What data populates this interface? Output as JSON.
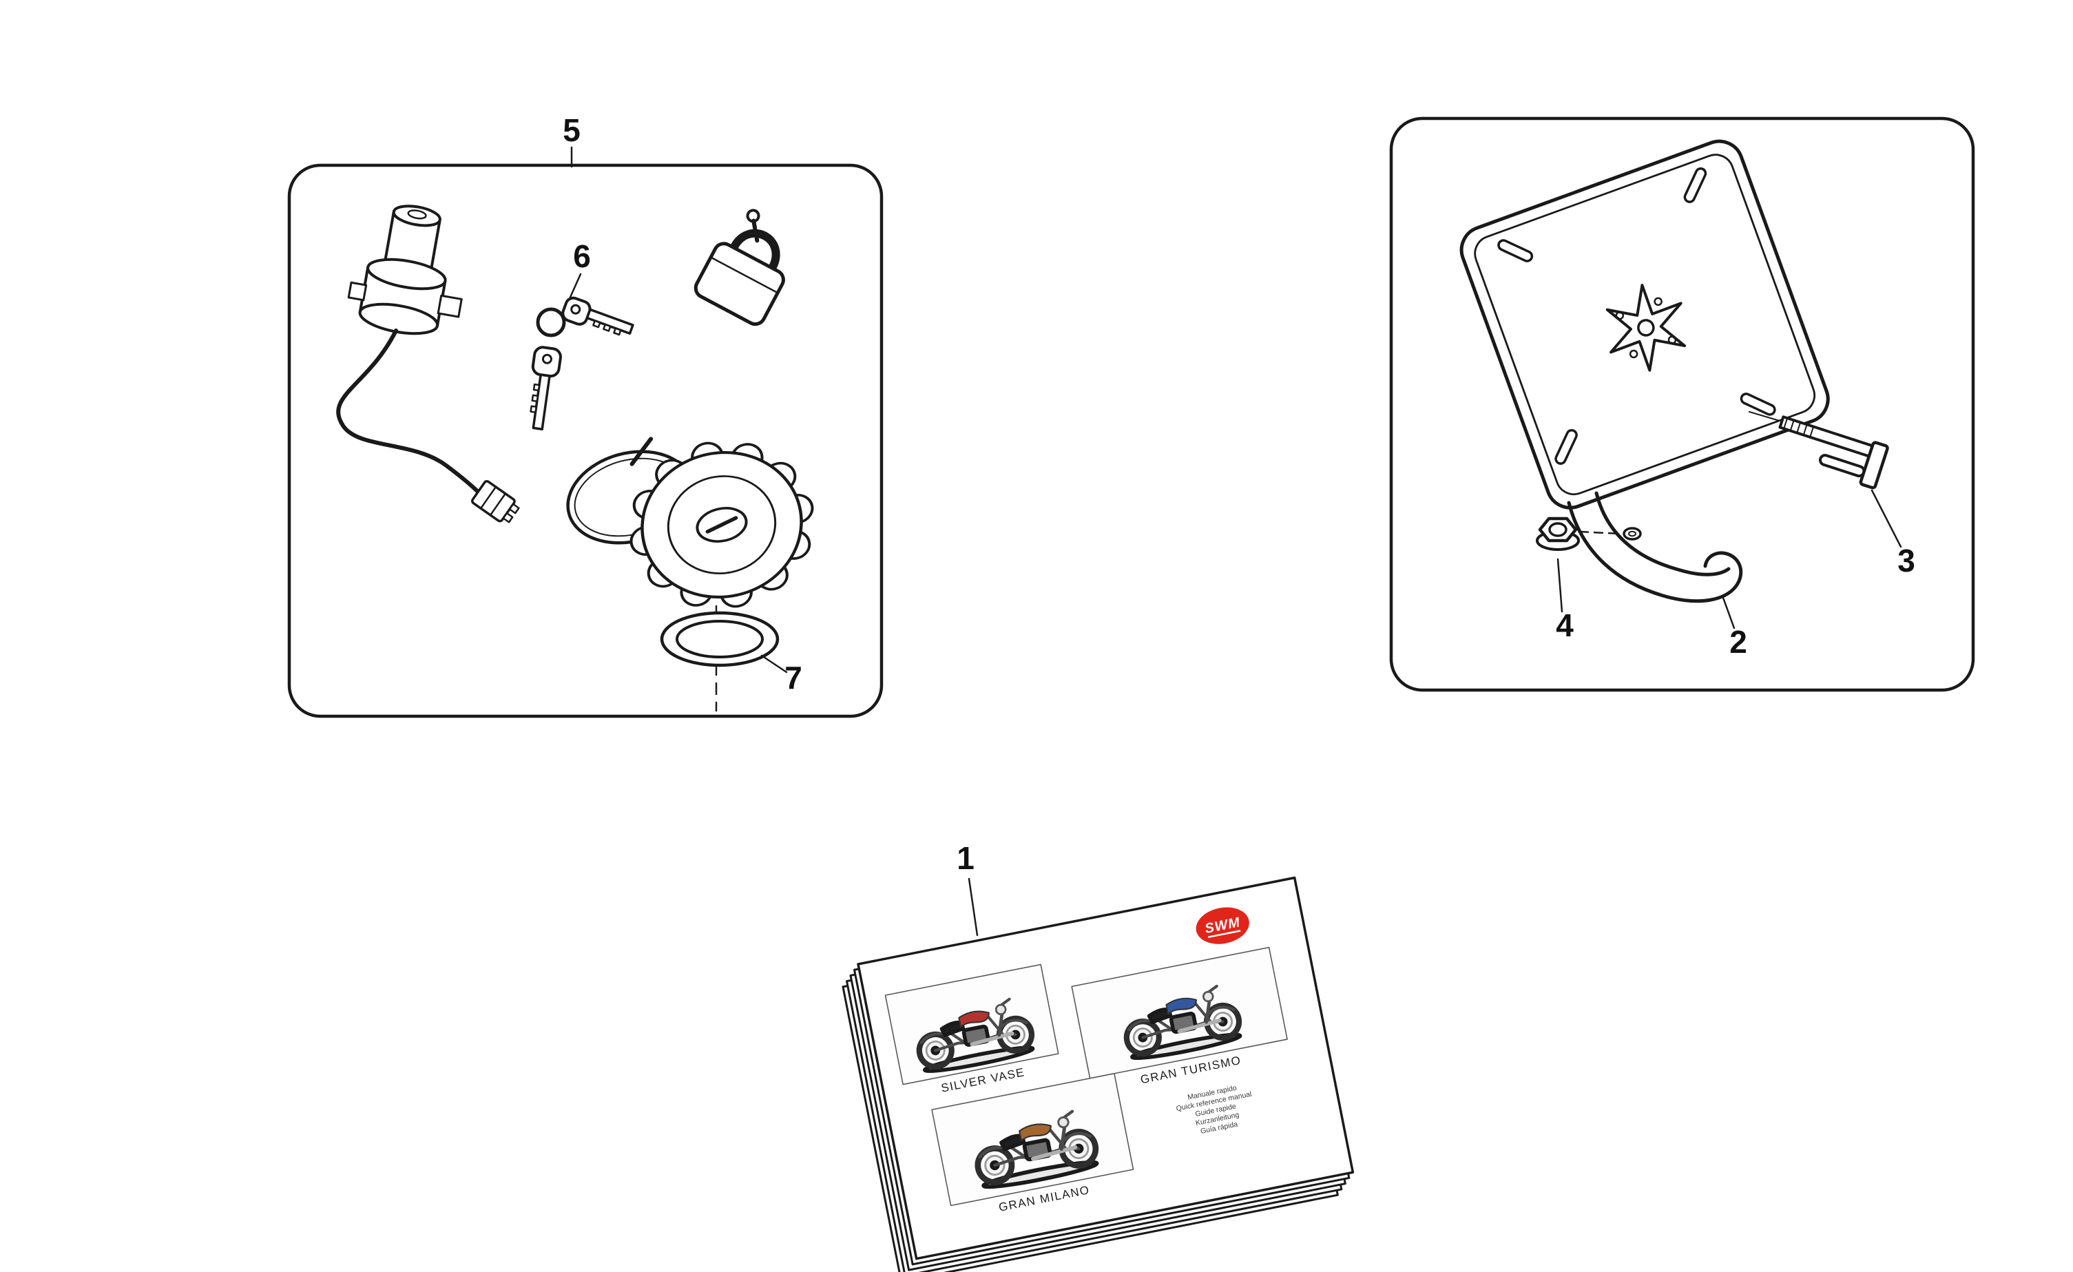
{
  "diagram": {
    "line_color": "#1a1a1a",
    "background": "#ffffff"
  },
  "callouts": {
    "manual": "1",
    "plate_holder": "2",
    "screw": "3",
    "nut": "4",
    "lock_kit": "5",
    "keys": "6",
    "gasket": "7"
  },
  "booklet": {
    "logo_text": "SWM",
    "logo_color": "#e1251b",
    "models": [
      {
        "name": "SILVER VASE",
        "accent_color": "#b23430"
      },
      {
        "name": "GRAN TURISMO",
        "accent_color": "#33589e"
      },
      {
        "name": "GRAN MILANO",
        "accent_color": "#a4662f"
      }
    ],
    "fine_print_lines": [
      "Manuale rapido",
      "Quick reference manual",
      "Guide rapide",
      "Kurzanleitung",
      "Guía rápida"
    ]
  }
}
